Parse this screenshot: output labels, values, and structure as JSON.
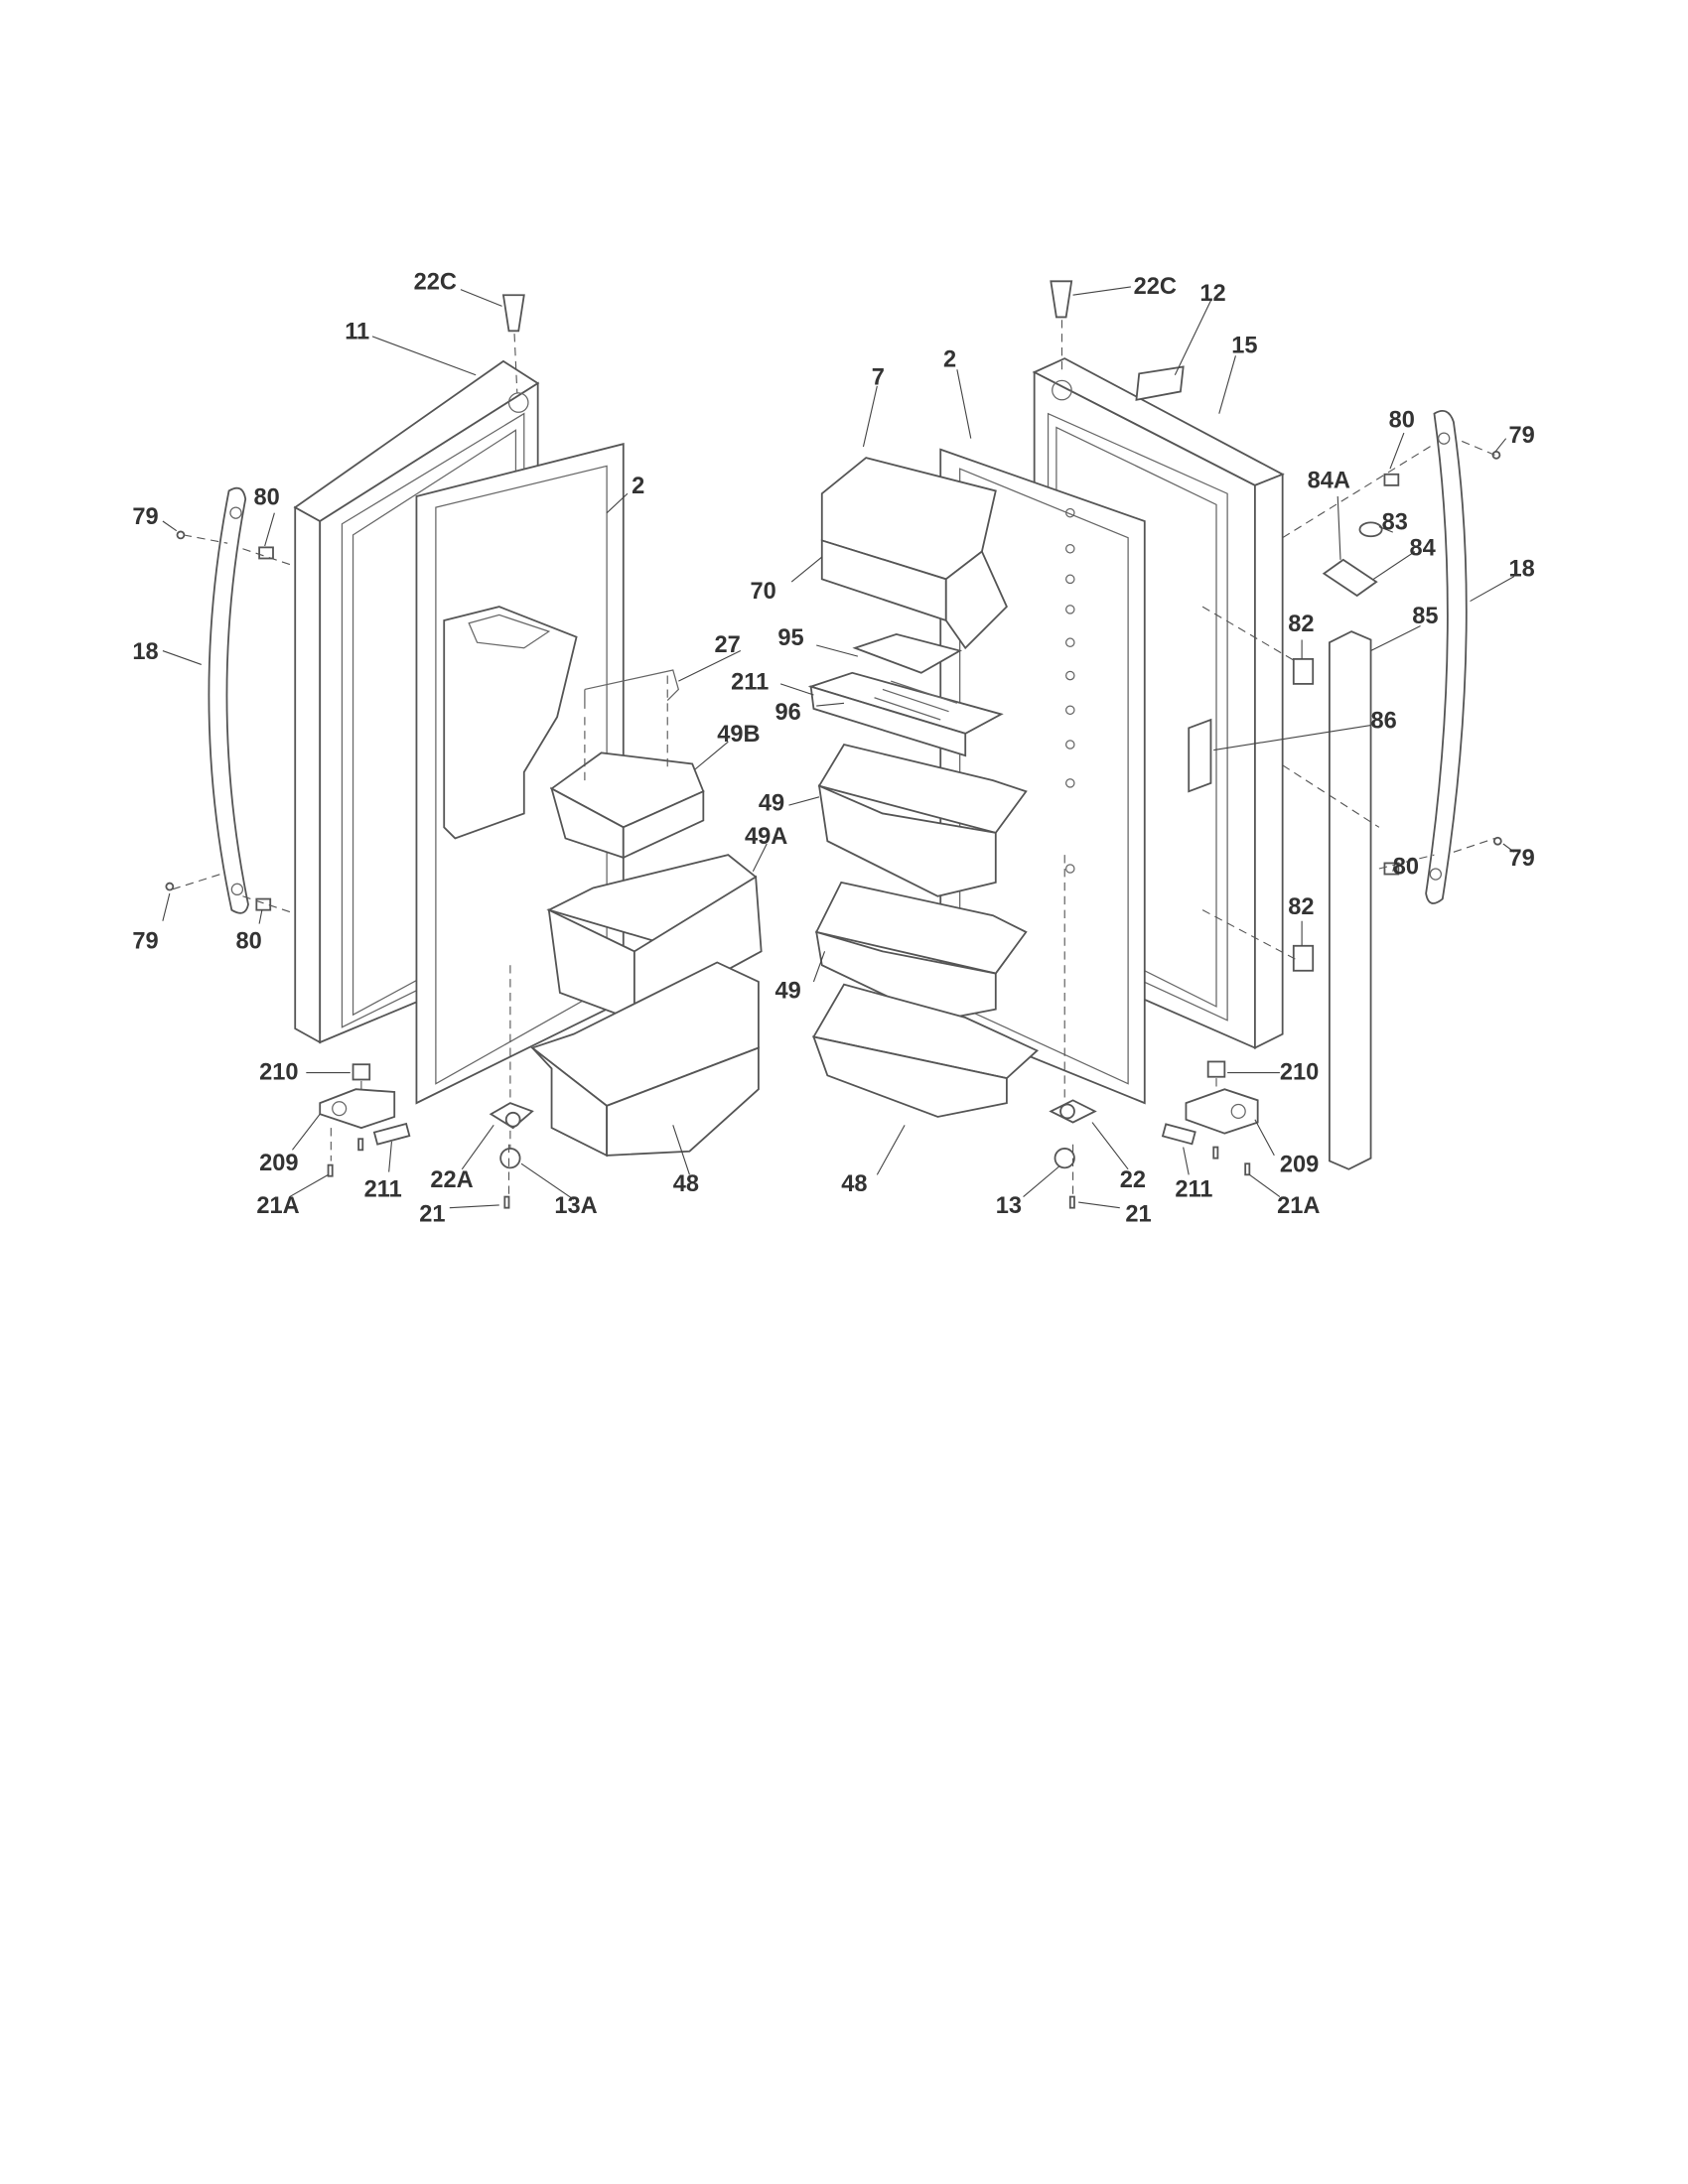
{
  "diagram": {
    "type": "exploded parts diagram - refrigerator doors",
    "left_door_labels": {
      "hinge_pin_cap": "22C",
      "freezer_door": "11",
      "gasket": "2",
      "screw_top": "79",
      "stud_top": "80",
      "handle": "18",
      "screw_bottom": "79",
      "stud_bottom": "80",
      "bracket": "27",
      "bin_small": "49B",
      "bin_mid": "49A",
      "bin_large": "48",
      "cam": "210",
      "closer": "209",
      "cover": "211",
      "screw_21A": "21A",
      "hinge_bottom": "22A",
      "screw_21": "21",
      "bushing": "13A"
    },
    "right_door_labels": {
      "hinge_pin_cap": "22C",
      "label_plate": "12",
      "fresh_food_door": "15",
      "gasket": "2",
      "dairy_door": "7",
      "dairy_housing": "70",
      "dairy_shelf": "95",
      "cover": "211",
      "bracket": "96",
      "bin_upper": "49",
      "bin_lower": "49",
      "bin_large": "48",
      "stud_top": "80",
      "screw_top": "79",
      "cap_84A": "84A",
      "plug": "83",
      "end_cap": "84",
      "handle": "18",
      "clip_top": "82",
      "trim": "85",
      "control": "86",
      "stud_bottom": "80",
      "screw_bottom": "79",
      "clip_bottom": "82",
      "cam": "210",
      "closer": "209",
      "screw_21A": "21A",
      "hinge_bottom": "22",
      "bushing": "13",
      "screw_21": "21"
    }
  }
}
